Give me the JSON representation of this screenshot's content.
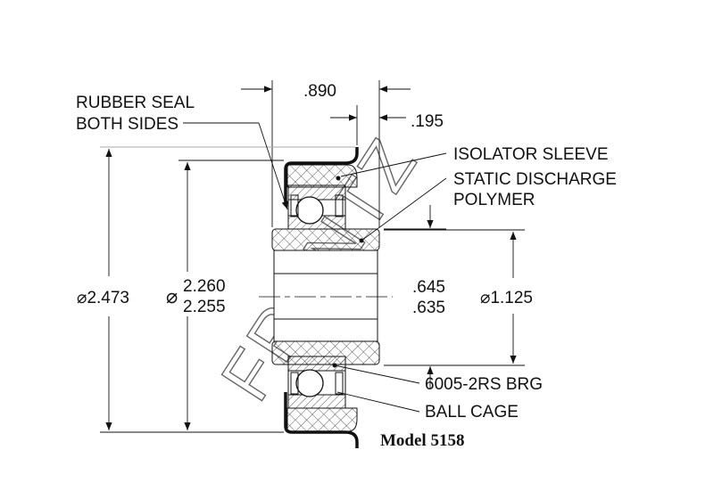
{
  "labels": {
    "rubber_seal_line1": "RUBBER SEAL",
    "rubber_seal_line2": "BOTH SIDES",
    "isolator_sleeve": "ISOLATOR SLEEVE",
    "static_discharge_line1": "STATIC DISCHARGE",
    "static_discharge_line2": "POLYMER",
    "bearing": "6005-2RS BRG",
    "ball_cage": "BALL CAGE"
  },
  "dimensions": {
    "width_overall": ".890",
    "lip_width": ".195",
    "outer_diameter": "⌀2.473",
    "housing_diameter_max": "2.260",
    "housing_diameter_min": "2.255",
    "diameter_symbol": "⌀",
    "bore_max": ".645",
    "bore_min": ".635",
    "sleeve_diameter": "⌀1.125"
  },
  "watermark": "FRANTZ",
  "model": "Model 5158"
}
